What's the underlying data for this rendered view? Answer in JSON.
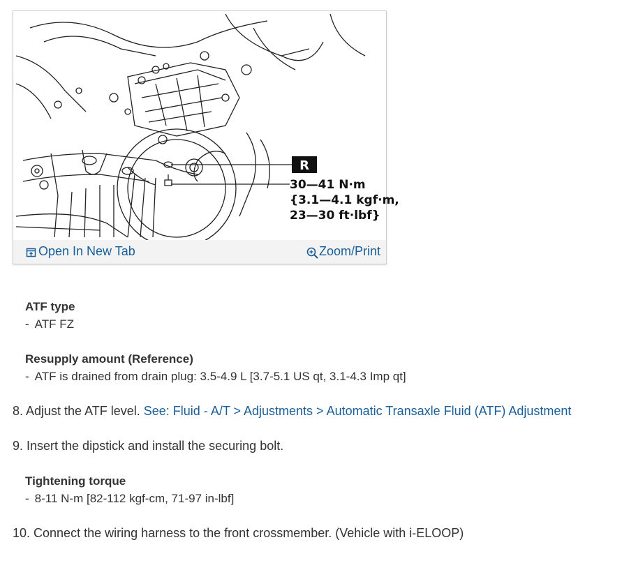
{
  "figure": {
    "callout_letter": "R",
    "torque_line1": "30—41 N·m",
    "torque_line2": "{3.1—4.1 kgf·m,",
    "torque_line3": "23—30 ft·lbf}",
    "open_tab_label": "Open In New Tab",
    "zoom_label": "Zoom/Print"
  },
  "atf_type": {
    "heading": "ATF type",
    "value": "ATF FZ"
  },
  "resupply": {
    "heading": "Resupply amount (Reference)",
    "value": "ATF is drained from drain plug: 3.5-4.9 L [3.7-5.1 US qt, 3.1-4.3 Imp qt]"
  },
  "step8": {
    "text": "8. Adjust the ATF level. ",
    "link": "See: Fluid - A/T > Adjustments > Automatic Transaxle Fluid (ATF) Adjustment"
  },
  "step9": {
    "text": "9. Insert the dipstick and install the securing bolt."
  },
  "tightening": {
    "heading": "Tightening torque",
    "value": "8-11 N-m [82-112 kgf-cm, 71-97 in-lbf]"
  },
  "step10": {
    "text": "10. Connect the wiring harness to the front crossmember. (Vehicle with i-ELOOP)"
  },
  "dash": "-",
  "colors": {
    "link": "#1a5e9a",
    "text": "#333333",
    "footer_bg": "#f3f3f3"
  }
}
